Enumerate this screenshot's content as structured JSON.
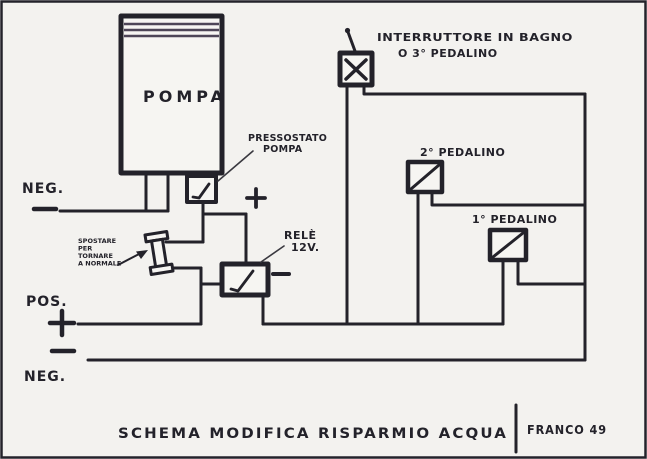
{
  "labels": {
    "pump": "POMPA",
    "pressure_switch_1": "PRESSOSTATO",
    "pressure_switch_2": "POMPA",
    "relay_1": "RELÈ",
    "relay_2": "12V.",
    "main_switch_1": "INTERRUTTORE IN BAGNO",
    "main_switch_2": "O 3° PEDALINO",
    "pedal2": "2° PEDALINO",
    "pedal1": "1° PEDALINO",
    "neg_top": "NEG.",
    "pos": "POS.",
    "neg_bottom": "NEG.",
    "note_1": "SPOSTARE",
    "note_2": "PER",
    "note_3": "TORNARE",
    "note_4": "A NORMALE"
  },
  "caption": {
    "title": "SCHEMA MODIFICA RISPARMIO ACQUA",
    "author": "FRANCO 49"
  },
  "symbols": {
    "plus": "+",
    "minus": "−"
  },
  "colors": {
    "ink": "#23222a",
    "paper": "#f3f2ef"
  }
}
